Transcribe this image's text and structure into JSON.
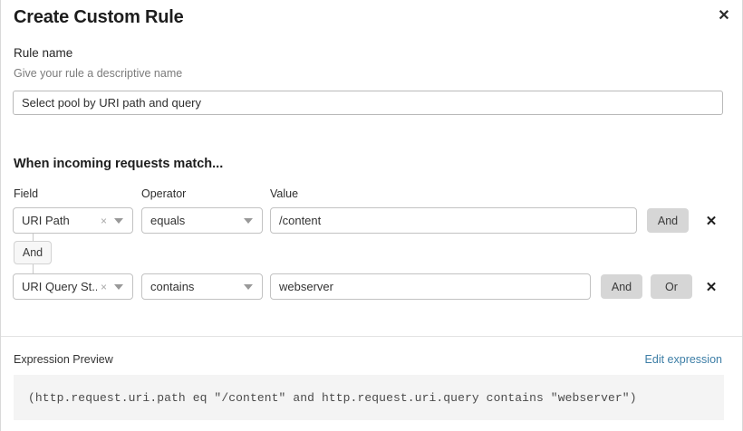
{
  "dialog": {
    "title": "Create Custom Rule",
    "close_icon": "close-icon",
    "close_glyph": "✕"
  },
  "rule_name": {
    "label": "Rule name",
    "helper": "Give your rule a descriptive name",
    "value": "Select pool by URI path and query",
    "placeholder": "Select pool by URI path and query"
  },
  "match_section": {
    "heading": "When incoming requests match...",
    "columns": {
      "field": "Field",
      "operator": "Operator",
      "value": "Value"
    },
    "rows": [
      {
        "field": "URI Path",
        "field_clear_glyph": "×",
        "operator": "equals",
        "value": "/content",
        "buttons": [
          "And"
        ],
        "delete_glyph": "✕"
      },
      {
        "field": "URI Query St...",
        "field_clear_glyph": "×",
        "operator": "contains",
        "value": "webserver",
        "buttons": [
          "And",
          "Or"
        ],
        "delete_glyph": "✕"
      }
    ],
    "connector": {
      "label": "And"
    }
  },
  "expression_preview": {
    "label": "Expression Preview",
    "edit_link": "Edit expression",
    "expression": "(http.request.uri.path eq \"/content\" and http.request.uri.query contains \"webserver\")"
  },
  "colors": {
    "link": "#3d7ea6",
    "button_bg": "#d6d6d6",
    "code_bg": "#f4f4f4",
    "border": "#c2c2c2"
  }
}
